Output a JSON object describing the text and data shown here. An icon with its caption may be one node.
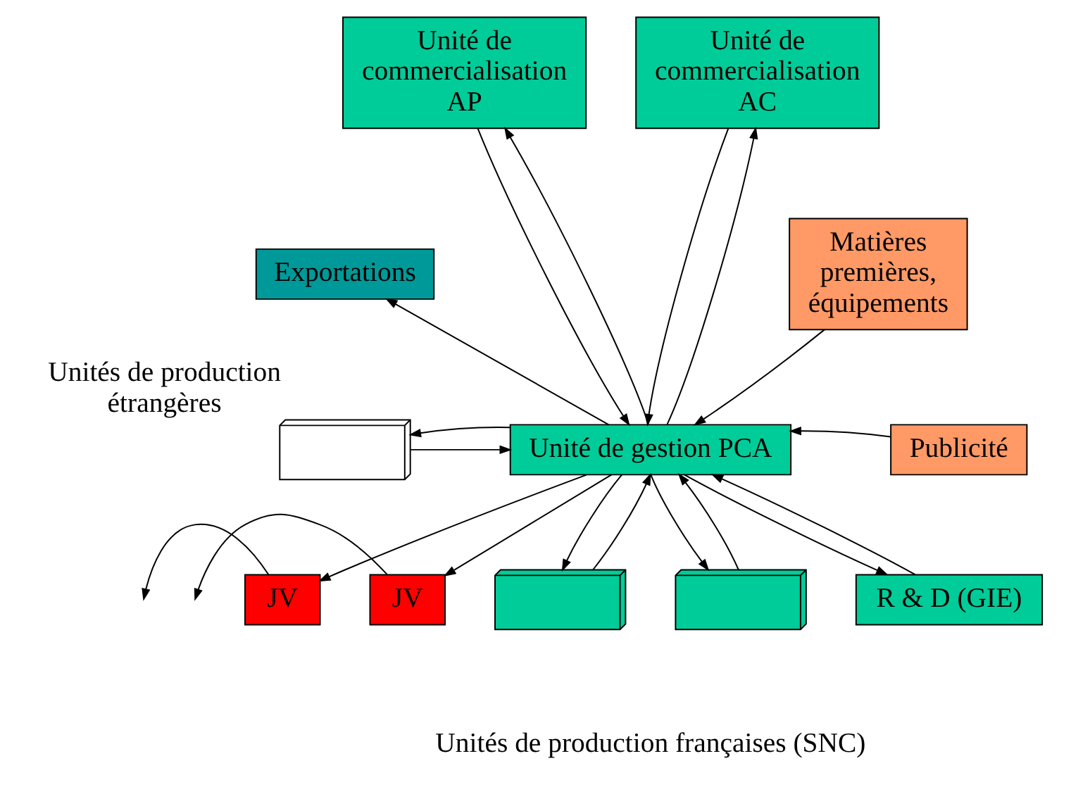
{
  "diagram": {
    "nodes": [
      {
        "text": [
          "Unité de commercialisation AP"
        ]
      },
      {
        "text": [
          "Unité de commercialisation AC"
        ]
      },
      {
        "text": [
          "Exportations"
        ]
      },
      {
        "text": [
          "Matières premières, équipements"
        ]
      },
      {
        "text": [
          "Unité de gestion PCA"
        ]
      },
      {
        "text": [
          "Publicité"
        ]
      },
      {
        "text": [],
        "shape": "box",
        "beside": [
          "Unités de production étrangères"
        ]
      },
      {
        "text": [],
        "shape": "box"
      },
      {
        "text": [],
        "shape": "box"
      },
      {
        "text": [
          "R & D (GIE)"
        ]
      },
      {
        "text": [
          "JV"
        ]
      },
      {
        "text": [
          "JV"
        ]
      }
    ],
    "edges": [
      {
        "from": 4,
        "to": 0,
        "arrow": "to"
      },
      {
        "from": 0,
        "to": 4,
        "arrow": "to"
      },
      {
        "from": 4,
        "to": 1,
        "arrow": "to"
      },
      {
        "from": 1,
        "to": 4,
        "arrow": "to"
      },
      {
        "from": 4,
        "to": 2,
        "arrow": "to"
      },
      {
        "from": 3,
        "to": 4,
        "arrow": "to"
      },
      {
        "from": 5,
        "to": 4,
        "arrow": "to"
      },
      {
        "from": 6,
        "to": 4,
        "arrow": "to"
      },
      {
        "from": 4,
        "to": 6,
        "arrow": "to"
      },
      {
        "from": 4,
        "to": 7,
        "arrow": "to"
      },
      {
        "from": 7,
        "to": 4,
        "arrow": "to"
      },
      {
        "from": 4,
        "to": 8,
        "arrow": "to"
      },
      {
        "from": 8,
        "to": 4,
        "arrow": "to"
      },
      {
        "from": 4,
        "to": 9,
        "arrow": "to"
      },
      {
        "from": 9,
        "to": 4,
        "arrow": "to"
      },
      {
        "from": 4,
        "to": 10,
        "arrow": "to"
      },
      {
        "from": 4,
        "to": 11,
        "arrow": "to"
      },
      {
        "from": 10,
        "to": null,
        "arrow": "to"
      },
      {
        "from": 11,
        "to": null,
        "arrow": "to"
      }
    ],
    "labels": [
      "Unités de production françaises (SNC)"
    ]
  }
}
